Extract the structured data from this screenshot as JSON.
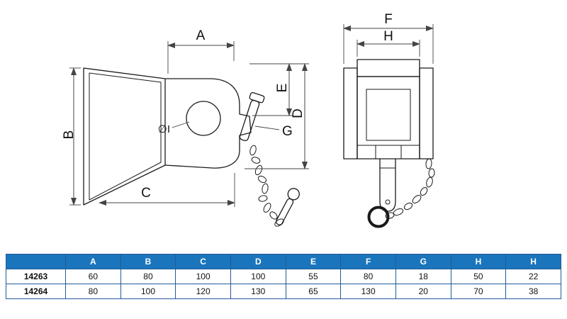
{
  "drawing": {
    "labels": {
      "A": "A",
      "B": "B",
      "C": "C",
      "D": "D",
      "E": "E",
      "F": "F",
      "G": "G",
      "H": "H",
      "I": "∅I"
    }
  },
  "table": {
    "headers": [
      "",
      "A",
      "B",
      "C",
      "D",
      "E",
      "F",
      "G",
      "H",
      "H"
    ],
    "rows": [
      {
        "part": "14263",
        "values": [
          "60",
          "80",
          "100",
          "100",
          "55",
          "80",
          "18",
          "50",
          "22"
        ]
      },
      {
        "part": "14264",
        "values": [
          "80",
          "100",
          "120",
          "130",
          "65",
          "130",
          "20",
          "70",
          "38"
        ]
      }
    ]
  },
  "colors": {
    "header_bg": "#1b75bc",
    "header_text": "#ffffff",
    "table_border": "#1f5c99",
    "line_color": "#1a1a1a"
  }
}
